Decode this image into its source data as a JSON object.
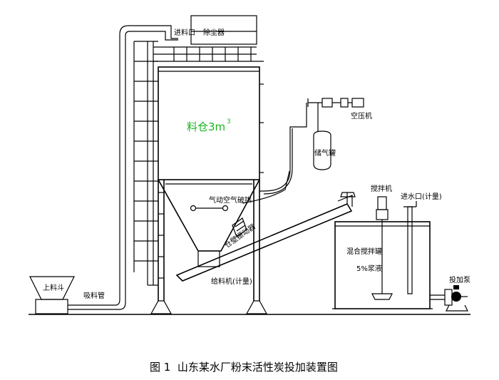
{
  "labels": {
    "dust_collector": "除尘器",
    "feed_inlet": "进料口",
    "silo": "料仓3m",
    "silo_sup": "3",
    "air_compressor": "空压机",
    "air_tank": "储气罐",
    "pneumatic_arch_breaker": "气动空气破拱",
    "bin_vibrator": "仓壁振动器",
    "screw_feeder": "给料机(计量)",
    "hopper": "上料斗",
    "feed_pipe": "吸料管",
    "mixer": "搅拌机",
    "water_inlet": "进水口(计量)",
    "mixing_tank_line1": "混合搅拌罐",
    "mixing_tank_line2": "5%浆液",
    "dosing_pump": "投加泵"
  },
  "caption": "图 1  山东某水厂粉末活性炭投加装置图",
  "colors": {
    "line": "#000000",
    "silo_text": "#19b51e"
  }
}
